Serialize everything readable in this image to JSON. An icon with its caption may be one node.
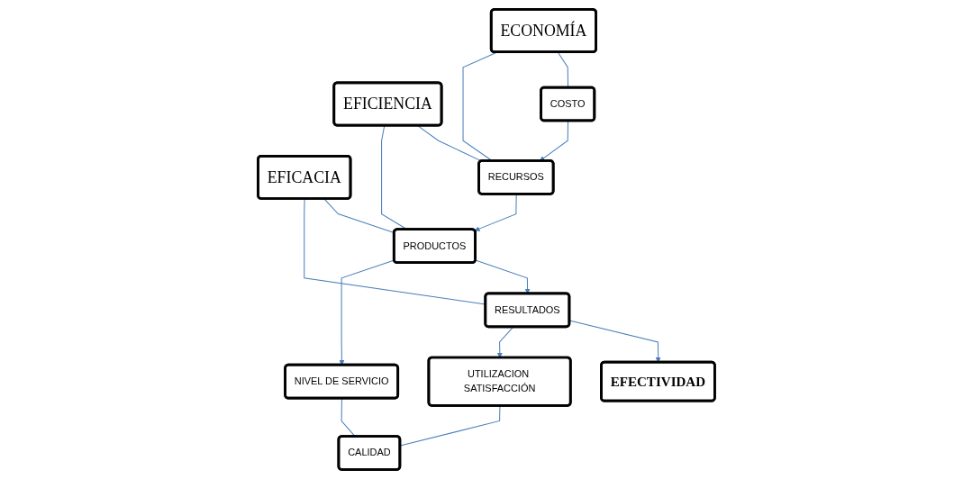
{
  "diagram": {
    "nodes": [
      {
        "text": [
          "ECONOMÍA"
        ]
      },
      {
        "text": [
          "EFICIENCIA"
        ]
      },
      {
        "text": [
          "EFICACIA"
        ]
      },
      {
        "text": [
          "COSTO"
        ]
      },
      {
        "text": [
          "RECURSOS"
        ]
      },
      {
        "text": [
          "PRODUCTOS"
        ]
      },
      {
        "text": [
          "RESULTADOS"
        ]
      },
      {
        "text": [
          "EFECTIVIDAD"
        ]
      },
      {
        "text": [
          "NIVEL DE SERVICIO"
        ]
      },
      {
        "text": [
          "UTILIZACION SATISFACCIÓN"
        ]
      },
      {
        "text": [
          "CALIDAD"
        ]
      }
    ],
    "edges": [
      {
        "from": 0,
        "to": 3,
        "arrow": "none"
      },
      {
        "from": 0,
        "to": 4,
        "arrow": "none"
      },
      {
        "from": 1,
        "to": 4,
        "arrow": "none"
      },
      {
        "from": 1,
        "to": 5,
        "arrow": "none"
      },
      {
        "from": 2,
        "to": 5,
        "arrow": "none"
      },
      {
        "from": 2,
        "to": 6,
        "arrow": "none"
      },
      {
        "from": 3,
        "to": 4,
        "arrow": "to"
      },
      {
        "from": 4,
        "to": 5,
        "arrow": "to"
      },
      {
        "from": 5,
        "to": 6,
        "arrow": "to"
      },
      {
        "from": 6,
        "to": 7,
        "arrow": "to"
      },
      {
        "from": 5,
        "to": 8,
        "arrow": "to"
      },
      {
        "from": 6,
        "to": 9,
        "arrow": "to"
      },
      {
        "from": 8,
        "to": 10,
        "arrow": "none"
      },
      {
        "from": 9,
        "to": 10,
        "arrow": "none"
      }
    ]
  }
}
